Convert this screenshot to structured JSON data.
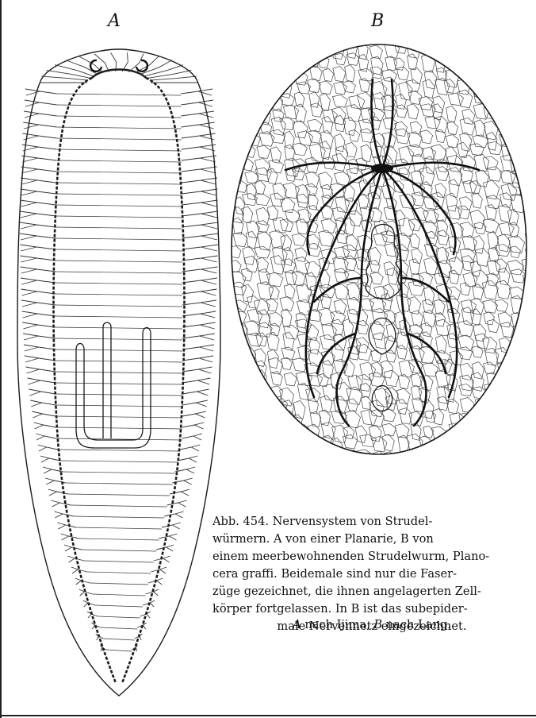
{
  "figure": {
    "label_a": "A",
    "label_b": "B"
  },
  "caption": {
    "line1": "Abb. 454. Nervensystem von Strudel-",
    "line2": "würmern. A von einer Planarie, B von",
    "line3": "einem meerbewohnenden Strudelwurm, Plano-",
    "line4": "cera graffi. Beidemale sind nur die Faser-",
    "line5": "züge gezeichnet, die ihnen angelagerten Zell-",
    "line6": "körper fortgelassen. In B ist das subepider-",
    "line7": "male Nervennetz eingezeichnet."
  },
  "credit": {
    "a": "A",
    "a_text": "nach Ijima,",
    "b": "B",
    "b_text": "nach Lang."
  }
}
